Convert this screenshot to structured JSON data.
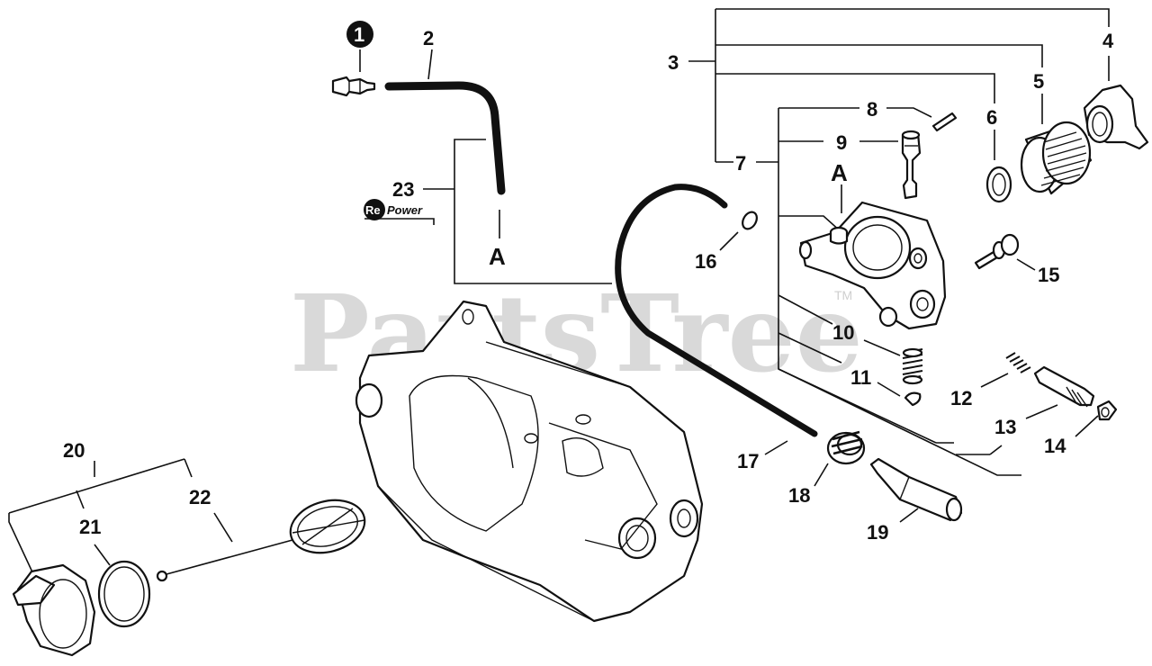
{
  "watermark": {
    "text": "PartsTree",
    "tm": "TM"
  },
  "logo": {
    "re": "Re",
    "power": "Power"
  },
  "ref_mark": "A",
  "callouts": {
    "c1": "1",
    "c2": "2",
    "c3": "3",
    "c4": "4",
    "c5": "5",
    "c6": "6",
    "c7": "7",
    "c8": "8",
    "c9": "9",
    "c10": "10",
    "c11": "11",
    "c12": "12",
    "c13": "13",
    "c14": "14",
    "c15": "15",
    "c16": "16",
    "c17": "17",
    "c18": "18",
    "c19": "19",
    "c20": "20",
    "c21": "21",
    "c22": "22",
    "c23": "23"
  }
}
